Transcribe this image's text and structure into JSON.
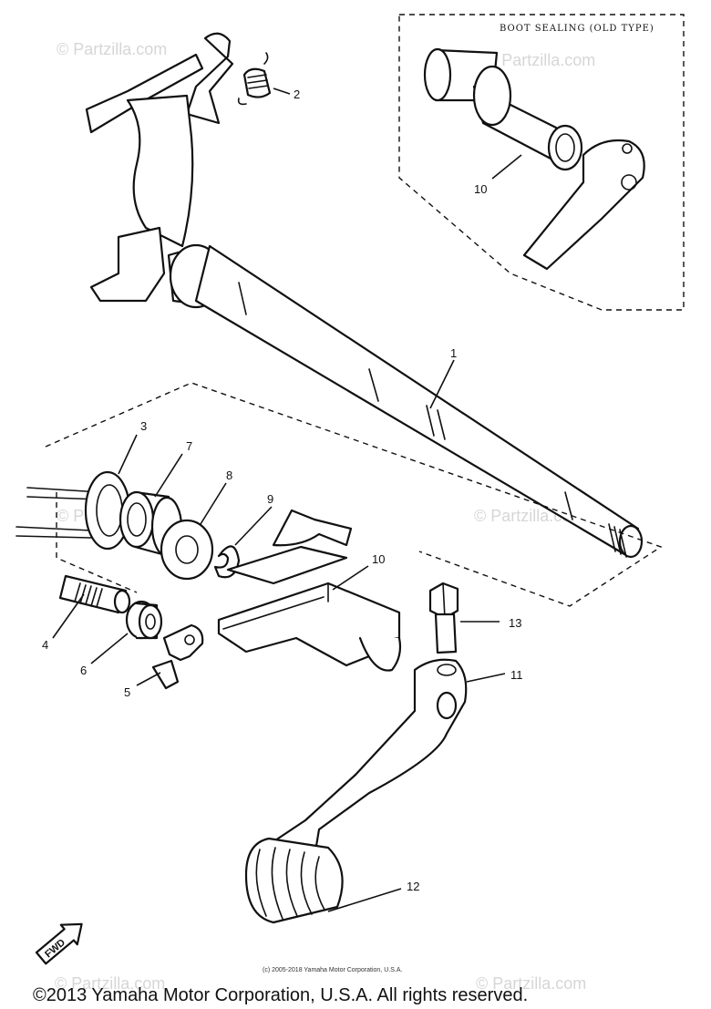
{
  "diagram": {
    "box_title": "BOOT SEALING (OLD TYPE)",
    "fwd_label": "FWD",
    "callouts": [
      "2",
      "10",
      "1",
      "3",
      "7",
      "8",
      "9",
      "10",
      "13",
      "11",
      "4",
      "6",
      "5",
      "12"
    ]
  },
  "watermarks": [
    "© Partzilla.com",
    "© Partzilla.com",
    "© Partzilla.com",
    "© Partzilla.com",
    "© Partzilla.com",
    "© Partzilla.com"
  ],
  "footer": {
    "small_copyright": "(c) 2005-2018 Yamaha Motor Corporation, U.S.A.",
    "copyright": "©2013 Yamaha Motor Corporation, U.S.A. All rights reserved."
  }
}
